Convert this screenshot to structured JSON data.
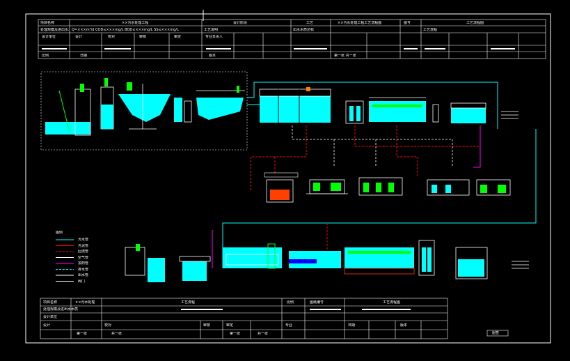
{
  "colors": {
    "background": "#000000",
    "frame": "#ffffff",
    "water_pipe": "#00ffff",
    "sludge_pipe": "#ff0000",
    "air_pipe": "#ffffff",
    "chemical_pipe": "#ff00ff",
    "tank_fill": "#00ffff",
    "equipment": "#00ff00",
    "vent": "#ff8000"
  },
  "top_table": {
    "row1": [
      "项目名称",
      "××污水处理工程",
      "设计阶段",
      "工艺",
      "××污水处理工程工艺流程图",
      "图号",
      "工艺流程图"
    ],
    "row2": [
      "处理规模及进出水水质",
      "Q=×××m³/d  COD≤×××mg/L  BOD≤×××mg/L  SS≤×××mg/L",
      "工艺说明",
      "出水水质达标",
      "工艺流程"
    ],
    "row3": [
      "设计单位",
      "设计",
      "校对",
      "审核",
      "审定",
      "专业负责人"
    ],
    "row4": [
      "比例",
      "日期",
      "版本",
      "第一张 共一张"
    ]
  },
  "legend": {
    "title": "图例",
    "items": [
      {
        "label": "污水管",
        "color": "#00ffff"
      },
      {
        "label": "污泥管",
        "color": "#ff0000"
      },
      {
        "label": "回流管",
        "color": "#ff0000"
      },
      {
        "label": "空气管",
        "color": "#ffffff"
      },
      {
        "label": "加药管",
        "color": "#ff00ff"
      },
      {
        "label": "排水管",
        "color": "#00ffff"
      },
      {
        "label": "出水管",
        "color": "#ffffff"
      },
      {
        "label": "阀门",
        "color": "#ffffff"
      }
    ]
  },
  "bottom_table": {
    "row1": [
      "项目名称",
      "××污水处理",
      "工艺流程",
      "比例",
      "图纸编号",
      "工艺流程图"
    ],
    "row2": [
      "处理规模及进出水水质"
    ],
    "row3": [
      "设计单位"
    ],
    "row4": [
      "设计",
      "校对",
      "审核",
      "审定",
      "专业",
      "日期",
      "版本"
    ],
    "row5": [
      "第一张",
      "共一张",
      "第一张",
      "共一张"
    ]
  },
  "stamp": "图签"
}
